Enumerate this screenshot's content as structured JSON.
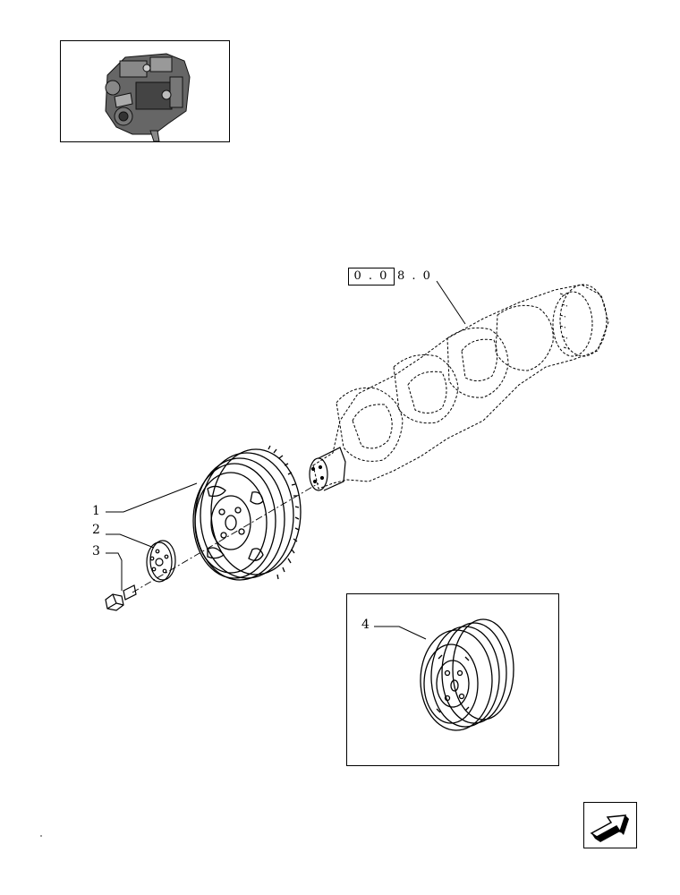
{
  "reference": {
    "boxed": "0 . 0",
    "rest": "8 . 0"
  },
  "callouts": [
    {
      "label": "1"
    },
    {
      "label": "2"
    },
    {
      "label": "3"
    },
    {
      "label": "4"
    }
  ],
  "icons": {
    "thumbnail": "engine-thumbnail-icon",
    "navigation": "next-page-arrow-icon"
  }
}
